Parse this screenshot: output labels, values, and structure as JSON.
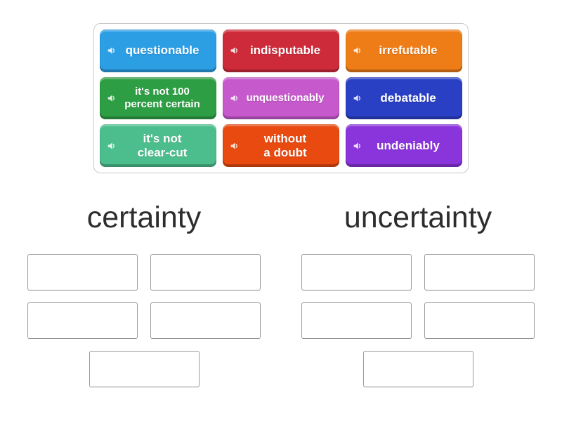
{
  "board": {
    "tile_icon": "speaker-icon",
    "tiles": [
      {
        "label": "questionable",
        "color": "#2B9EE4"
      },
      {
        "label": "indisputable",
        "color": "#CE2B3A"
      },
      {
        "label": "irrefutable",
        "color": "#EF7D17"
      },
      {
        "label": "it's not 100\npercent certain",
        "color": "#2E9E44"
      },
      {
        "label": "unquestionably",
        "color": "#C659CC"
      },
      {
        "label": "debatable",
        "color": "#2A40C4"
      },
      {
        "label": "it's not\nclear-cut",
        "color": "#4CBE8D"
      },
      {
        "label": "without\na doubt",
        "color": "#E84A10"
      },
      {
        "label": "undeniably",
        "color": "#8A34DC"
      }
    ]
  },
  "groups": [
    {
      "name": "certainty",
      "slot_count": 5
    },
    {
      "name": "uncertainty",
      "slot_count": 5
    }
  ]
}
